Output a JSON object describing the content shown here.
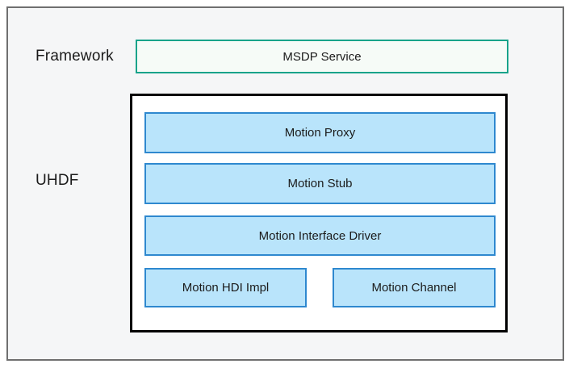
{
  "colors": {
    "frame_border": "#6f6f6f",
    "frame_background": "#f5f6f7",
    "service_border": "#18a38a",
    "service_fill": "#f6fbf7",
    "block_border": "#2e88cf",
    "block_fill": "#b9e4fb",
    "container_border": "#000000",
    "container_fill": "#ffffff",
    "text": "#1b1b1b"
  },
  "layers": {
    "framework": {
      "label": "Framework",
      "service": {
        "label": "MSDP Service"
      }
    },
    "uhdf": {
      "label": "UHDF",
      "blocks": [
        {
          "id": "motion-proxy",
          "label": "Motion Proxy"
        },
        {
          "id": "motion-stub",
          "label": "Motion Stub"
        },
        {
          "id": "motion-interface-driver",
          "label": "Motion Interface Driver"
        },
        {
          "id": "motion-hdi-impl",
          "label": "Motion HDI Impl"
        },
        {
          "id": "motion-channel",
          "label": "Motion Channel"
        }
      ]
    }
  }
}
